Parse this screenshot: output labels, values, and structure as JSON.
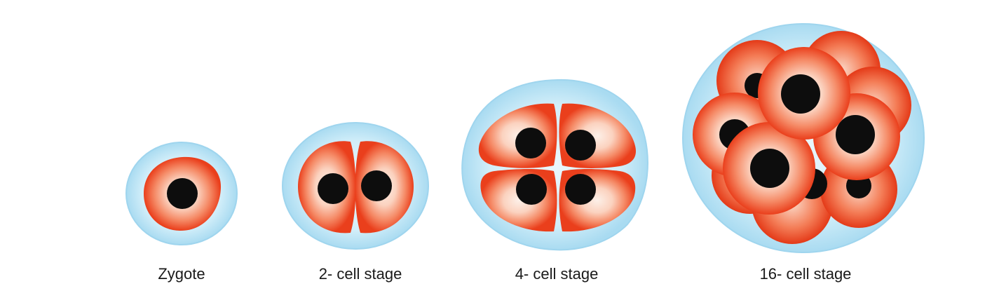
{
  "stages": [
    {
      "label": "Zygote"
    },
    {
      "label": "2- cell stage"
    },
    {
      "label": "4- cell stage"
    },
    {
      "label": "16- cell stage"
    }
  ],
  "colors": {
    "zona": "#bfe6f6",
    "zona_edge": "#8fcfec",
    "cell_outer": "#ef4a24",
    "cell_mid": "#f7a98a",
    "cell_inner": "#fde6d8",
    "nucleus": "#0d0d0d",
    "label": "#1a1a1a"
  }
}
